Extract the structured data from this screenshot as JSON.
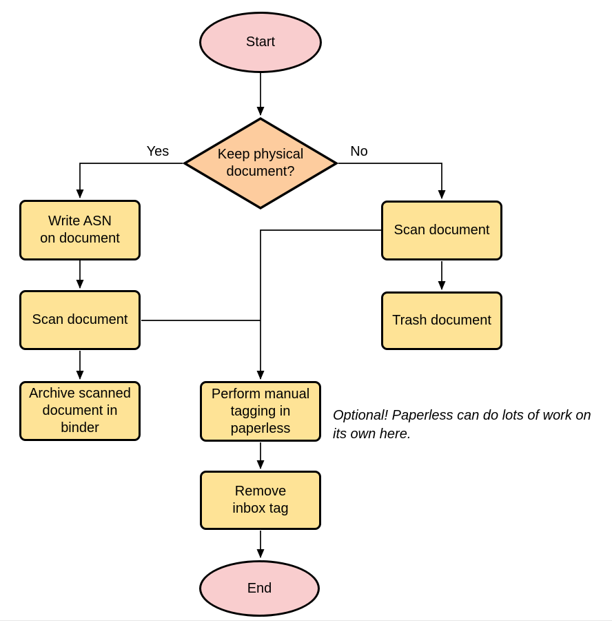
{
  "diagram": {
    "colors": {
      "terminator_fill": "#f9cdce",
      "decision_fill": "#fdcc9e",
      "process_fill": "#fee396",
      "stroke": "#000000",
      "edge": "#000000",
      "text": "#000000",
      "page_edge": "#e6e6e6"
    },
    "nodes": {
      "start": {
        "lines": [
          "Start"
        ]
      },
      "decision": {
        "lines": [
          "Keep physical",
          "document?"
        ]
      },
      "write_asn": {
        "lines": [
          "Write ASN",
          "on document"
        ]
      },
      "scan_left": {
        "lines": [
          "Scan document"
        ]
      },
      "archive": {
        "lines": [
          "Archive scanned",
          "document in",
          "binder"
        ]
      },
      "scan_right": {
        "lines": [
          "Scan document"
        ]
      },
      "trash": {
        "lines": [
          "Trash document"
        ]
      },
      "tagging": {
        "lines": [
          "Perform manual",
          "tagging in",
          "paperless"
        ]
      },
      "remove_inbox": {
        "lines": [
          "Remove",
          "inbox tag"
        ]
      },
      "end": {
        "lines": [
          "End"
        ]
      }
    },
    "edge_labels": {
      "yes": "Yes",
      "no": "No"
    },
    "note": {
      "lines": [
        "Optional! Paperless can do lots of work on",
        "its own here."
      ]
    }
  }
}
